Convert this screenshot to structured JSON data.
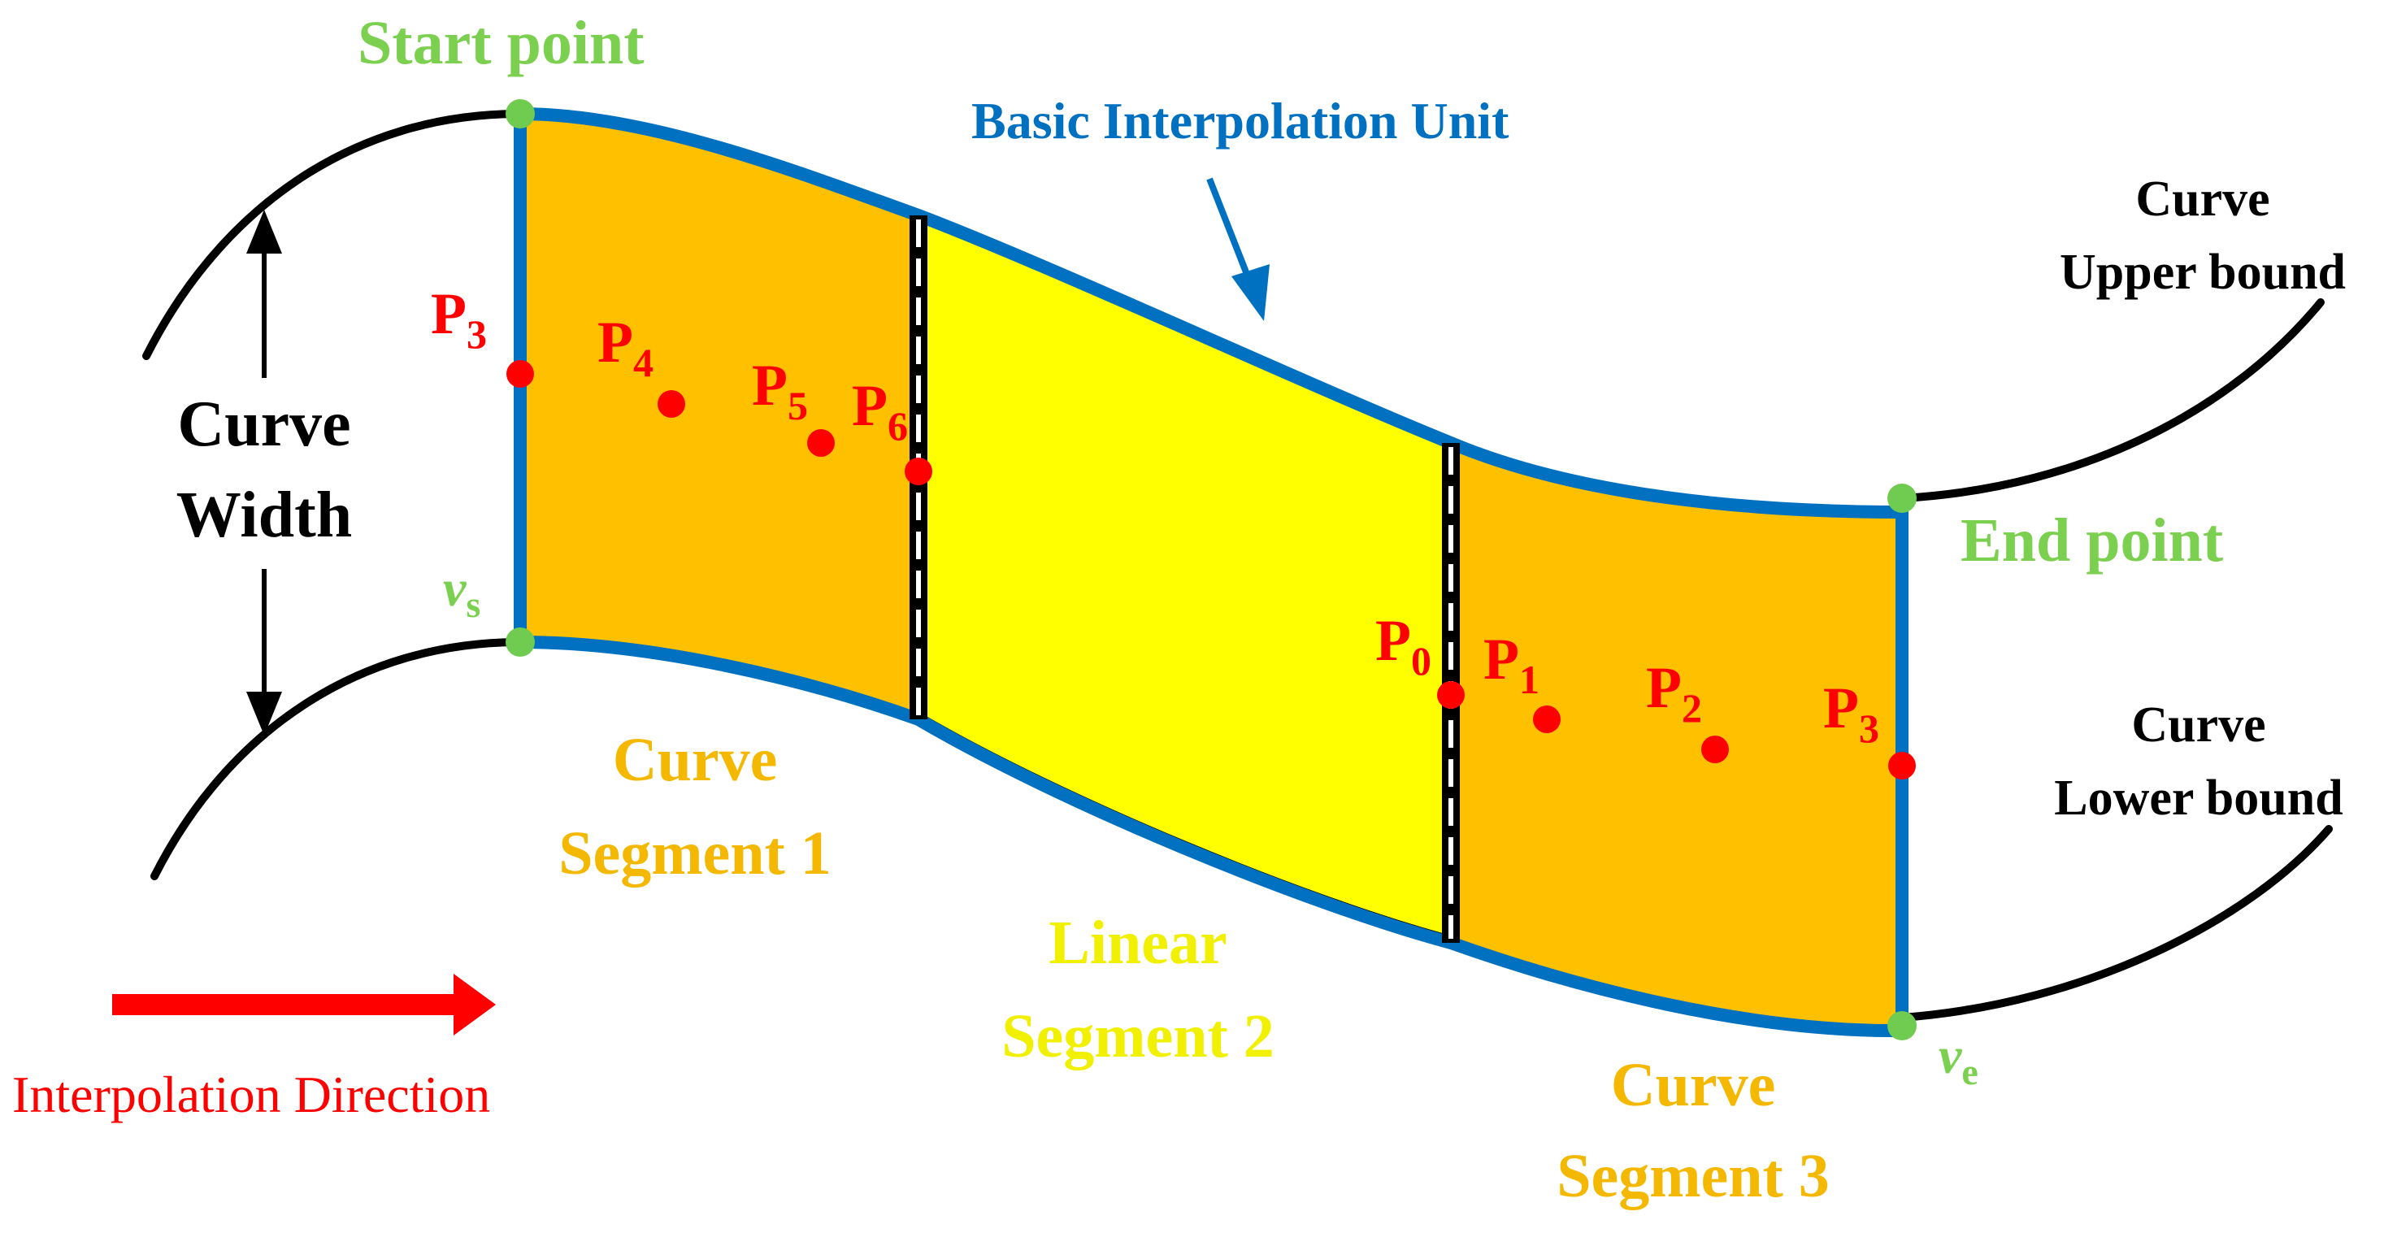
{
  "labels": {
    "start_point": "Start point",
    "end_point": "End point",
    "basic_unit": "Basic Interpolation Unit",
    "curve_upper_1": "Curve",
    "curve_upper_2": "Upper bound",
    "curve_lower_1": "Curve",
    "curve_lower_2": "Lower bound",
    "curve_width_1": "Curve",
    "curve_width_2": "Width",
    "segment1_1": "Curve",
    "segment1_2": "Segment 1",
    "segment2_1": "Linear",
    "segment2_2": "Segment 2",
    "segment3_1": "Curve",
    "segment3_2": "Segment 3",
    "interp_direction": "Interpolation Direction",
    "vs_main": "v",
    "vs_sub": "s",
    "ve_main": "v",
    "ve_sub": "e"
  },
  "points": {
    "p3_left": {
      "main": "P",
      "sub": "3"
    },
    "p4": {
      "main": "P",
      "sub": "4"
    },
    "p5": {
      "main": "P",
      "sub": "5"
    },
    "p6": {
      "main": "P",
      "sub": "6"
    },
    "p0": {
      "main": "P",
      "sub": "0"
    },
    "p1": {
      "main": "P",
      "sub": "1"
    },
    "p2": {
      "main": "P",
      "sub": "2"
    },
    "p3_right": {
      "main": "P",
      "sub": "3"
    }
  },
  "colors": {
    "curve_segment": "#FFC000",
    "linear_segment": "#FFFF00",
    "unit_border": "#0070C0",
    "bound_line": "#000000",
    "control_point": "#FF0000",
    "endpoint_marker": "#70CC50",
    "green_text": "#7CD050",
    "orange_text": "#F5B800",
    "yellow_text": "#F0F000",
    "blue_text": "#0070C0",
    "red_text": "#FF0000"
  }
}
